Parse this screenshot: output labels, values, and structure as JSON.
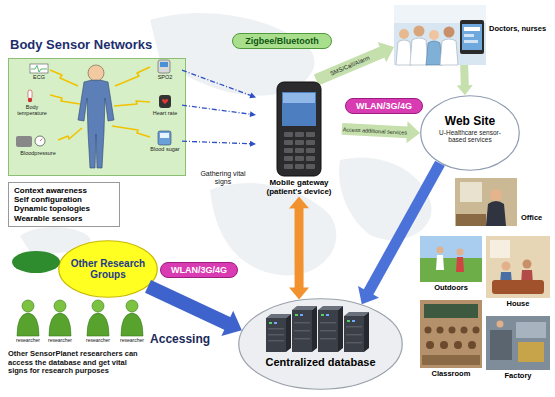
{
  "diagram": {
    "nodes": [
      {
        "text": [
          "Body Sensor Networks"
        ]
      },
      {
        "text": [
          "ECG"
        ],
        "in": 0
      },
      {
        "text": [
          "SPO2"
        ],
        "in": 0
      },
      {
        "text": [
          "Body temperature"
        ],
        "in": 0
      },
      {
        "text": [
          "Heart rate"
        ],
        "in": 0
      },
      {
        "text": [
          "Blood sugar"
        ],
        "in": 0
      },
      {
        "text": [
          "Bloodpressure"
        ],
        "in": 0
      },
      {
        "text": [
          "Context awareness",
          "Self configuration",
          "Dynamic topologies",
          "Wearable sensors"
        ]
      },
      {
        "text": [
          "Zigbee/Bluetooth"
        ]
      },
      {
        "text": [
          "Mobile gateway (patient's device)"
        ]
      },
      {
        "text": [
          "WLAN/3G/4G"
        ]
      },
      {
        "text": [
          "Doctors, nurses"
        ]
      },
      {
        "text": [
          "Web Site",
          "U-Healthcare sensor-based services"
        ]
      },
      {
        "text": [
          "Other Research Groups"
        ]
      },
      {
        "text": [
          "WLAN/3G/4G"
        ]
      },
      {
        "text": [
          "Centralized database"
        ]
      },
      {
        "text": [
          "Office"
        ]
      },
      {
        "text": [
          "Outdoors"
        ]
      },
      {
        "text": [
          "House"
        ]
      },
      {
        "text": [
          "Classroom"
        ]
      },
      {
        "text": [
          "Factory"
        ]
      }
    ],
    "edges": [
      {
        "from": 2,
        "to": 9,
        "arrow": "to"
      },
      {
        "from": 4,
        "to": 9,
        "arrow": "to"
      },
      {
        "from": 5,
        "to": 9,
        "arrow": "to"
      },
      {
        "from": 9,
        "to": 11,
        "label": "SMS/Call/Alarm",
        "arrow": "to"
      },
      {
        "from": 9,
        "to": 12,
        "label": "Access additional services",
        "arrow": "to"
      },
      {
        "from": 11,
        "to": 12,
        "arrow": "to"
      },
      {
        "from": 12,
        "to": 15,
        "arrow": "to"
      },
      {
        "from": 9,
        "to": 15,
        "arrow": "both"
      },
      {
        "from": 13,
        "to": 15,
        "label": "Accessing",
        "arrow": "to"
      }
    ],
    "labels": [
      "Gathering vital signs",
      "researcher",
      "researcher",
      "researcher",
      "researcher",
      "Other SensorPlanet researchers can access the database and get vital signs for research purposes"
    ]
  }
}
